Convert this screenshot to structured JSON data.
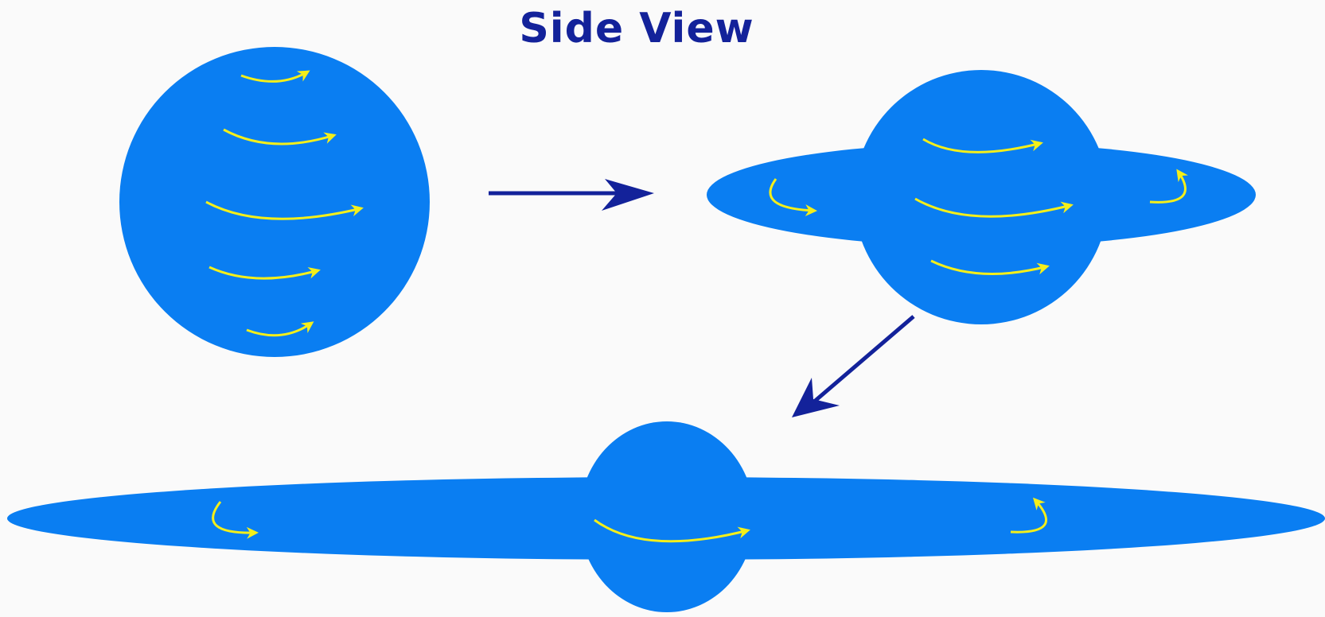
{
  "title": "Side View",
  "colors": {
    "background": "#fafafa",
    "body_fill": "#0a7ef2",
    "rotation_arrows": "#f4ef1a",
    "flow_arrows": "#13229a",
    "title_text": "#13229a"
  },
  "stages": [
    {
      "id": "sphere",
      "shape": "sphere",
      "rotation_arrow_count": 5
    },
    {
      "id": "flattening",
      "shape": "sphere-with-disk",
      "rotation_arrow_count": 5
    },
    {
      "id": "disk",
      "shape": "thin-disk-with-bulge",
      "rotation_arrow_count": 3
    }
  ],
  "flow_arrows": [
    {
      "from": "sphere",
      "to": "flattening",
      "direction": "right"
    },
    {
      "from": "flattening",
      "to": "disk",
      "direction": "down-left"
    }
  ]
}
